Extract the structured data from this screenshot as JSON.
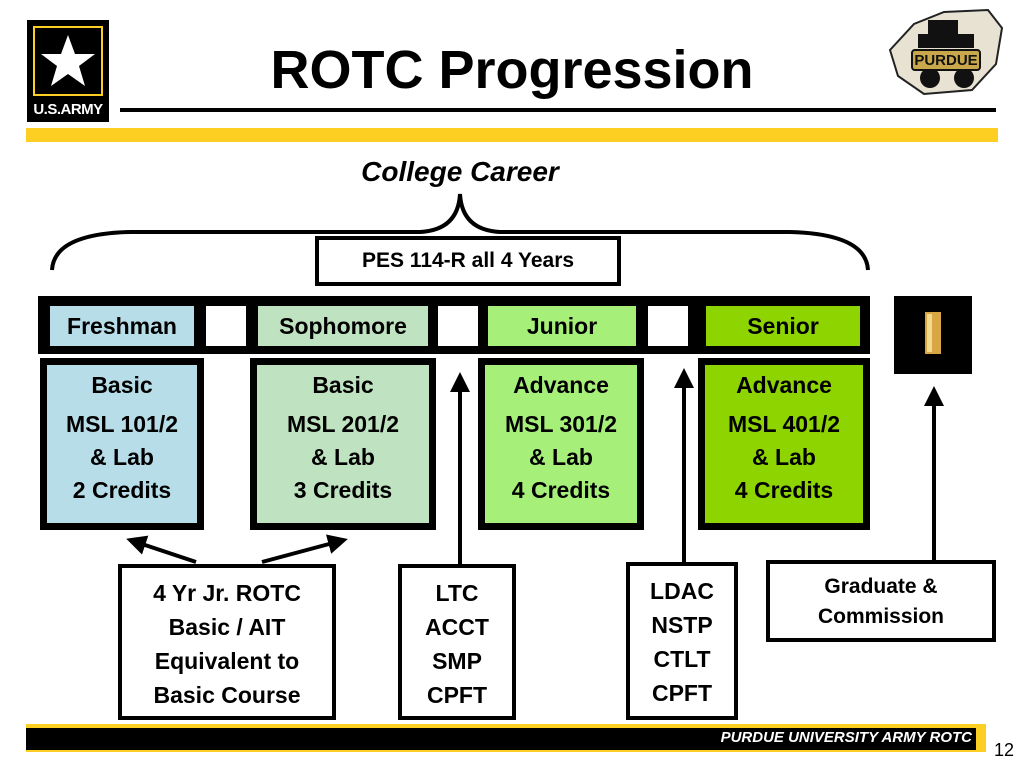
{
  "header": {
    "title": "ROTC Progression",
    "army_logo_text": "U.S.ARMY",
    "purdue_logo_text": "PURDUE"
  },
  "diagram": {
    "career_label": "College Career",
    "pes_label": "PES 114-R all 4 Years",
    "years": [
      {
        "name": "Freshman",
        "level": "Basic",
        "course": "MSL 101/2",
        "lab": "& Lab",
        "credits": "2 Credits"
      },
      {
        "name": "Sophomore",
        "level": "Basic",
        "course": "MSL 201/2",
        "lab": "& Lab",
        "credits": "3 Credits"
      },
      {
        "name": "Junior",
        "level": "Advance",
        "course": "MSL 301/2",
        "lab": "& Lab",
        "credits": "4 Credits"
      },
      {
        "name": "Senior",
        "level": "Advance",
        "course": "MSL 401/2",
        "lab": "& Lab",
        "credits": "4 Credits"
      }
    ],
    "bottom_boxes": [
      {
        "lines": [
          "4 Yr Jr. ROTC",
          "Basic / AIT",
          "Equivalent to",
          "Basic Course"
        ]
      },
      {
        "lines": [
          "LTC",
          "ACCT",
          "SMP",
          "CPFT"
        ]
      },
      {
        "lines": [
          "LDAC",
          "NSTP",
          "CTLT",
          "CPFT"
        ]
      },
      {
        "lines": [
          "Graduate &",
          "Commission"
        ]
      }
    ]
  },
  "footer": {
    "org": "PURDUE UNIVERSITY ARMY ROTC",
    "page_number": "12"
  },
  "colors": {
    "freshman": "#B7DDE8",
    "sophomore": "#BFE3C0",
    "junior": "#A6F07A",
    "senior": "#8ED400",
    "army_gold": "#FCCF22"
  }
}
